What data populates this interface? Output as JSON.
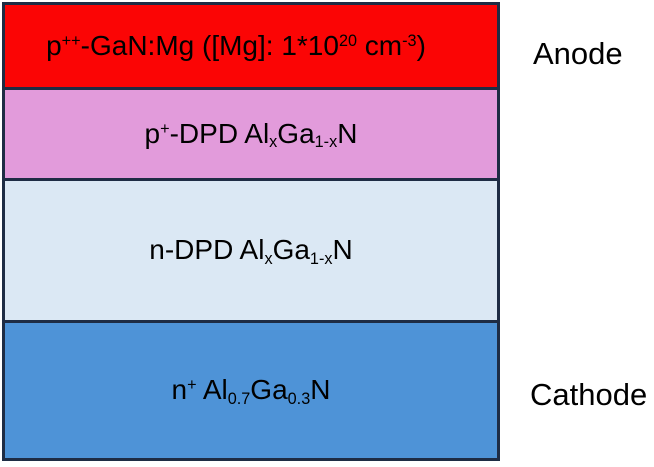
{
  "colors": {
    "background": "#ffffff",
    "border": "#1E2C44",
    "text": "#000000"
  },
  "stack": {
    "layers": [
      {
        "name": "layer-p-plus-plus-gan-mg",
        "color": "#FB0505",
        "plain_text": "p++-GaN:Mg ([Mg]: 1*10^20 cm^-3)",
        "segments": [
          {
            "t": "text",
            "v": "p"
          },
          {
            "t": "sup",
            "v": "++"
          },
          {
            "t": "text",
            "v": "-GaN:Mg ([Mg]: 1*10"
          },
          {
            "t": "sup",
            "v": "20"
          },
          {
            "t": "text",
            "v": " cm"
          },
          {
            "t": "sup",
            "v": "-3"
          },
          {
            "t": "text",
            "v": ")"
          }
        ]
      },
      {
        "name": "layer-p-plus-dpd-algan",
        "color": "#E29BDB",
        "plain_text": "p+-DPD AlxGa1-xN",
        "segments": [
          {
            "t": "text",
            "v": "p"
          },
          {
            "t": "sup",
            "v": "+"
          },
          {
            "t": "text",
            "v": "-DPD Al"
          },
          {
            "t": "sub",
            "v": "x"
          },
          {
            "t": "text",
            "v": "Ga"
          },
          {
            "t": "sub",
            "v": "1-x"
          },
          {
            "t": "text",
            "v": "N"
          }
        ]
      },
      {
        "name": "layer-n-dpd-algan",
        "color": "#DBE8F4",
        "plain_text": "n-DPD AlxGa1-xN",
        "segments": [
          {
            "t": "text",
            "v": "n-DPD Al"
          },
          {
            "t": "sub",
            "v": "x"
          },
          {
            "t": "text",
            "v": "Ga"
          },
          {
            "t": "sub",
            "v": "1-x"
          },
          {
            "t": "text",
            "v": "N"
          }
        ]
      },
      {
        "name": "layer-n-plus-algan",
        "color": "#4E93D7",
        "plain_text": "n+ Al0.7Ga0.3N",
        "segments": [
          {
            "t": "text",
            "v": "n"
          },
          {
            "t": "sup",
            "v": "+"
          },
          {
            "t": "text",
            "v": " Al"
          },
          {
            "t": "sub",
            "v": "0.7"
          },
          {
            "t": "text",
            "v": "Ga"
          },
          {
            "t": "sub",
            "v": "0.3"
          },
          {
            "t": "text",
            "v": "N"
          }
        ]
      }
    ]
  },
  "labels": {
    "anode": "Anode",
    "cathode": "Cathode"
  }
}
